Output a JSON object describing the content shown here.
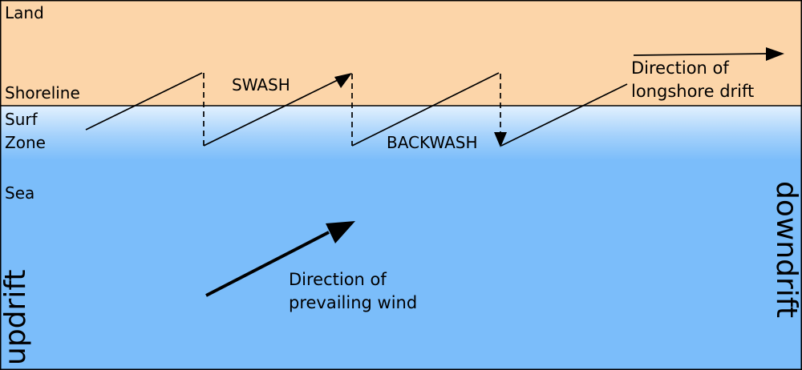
{
  "regions": {
    "land": "Land",
    "shoreline": "Shoreline",
    "surf_zone_line1": "Surf",
    "surf_zone_line2": "Zone",
    "sea": "Sea"
  },
  "process": {
    "swash": "SWASH",
    "backwash": "BACKWASH"
  },
  "drift": {
    "line1": "Direction of",
    "line2": "longshore drift"
  },
  "wind": {
    "line1": "Direction of",
    "line2": "prevailing wind"
  },
  "sides": {
    "updrift": "updrift",
    "downdrift": "downdrift"
  },
  "colors": {
    "land": "#fcd5a9",
    "surf_top": "#e3f1fe",
    "surf_bottom": "#a4d1fb",
    "sea": "#7bbdfa",
    "ink": "#000000"
  }
}
